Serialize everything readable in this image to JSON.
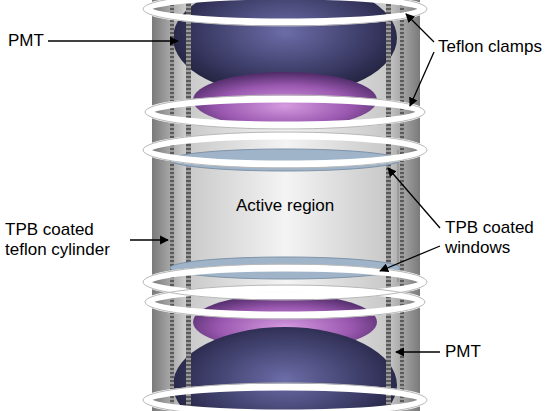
{
  "diagram": {
    "labels": [
      "PMT",
      "Teflon clamps",
      "TPB coated teflon cylinder",
      "Active region",
      "TPB coated windows",
      "PMT"
    ]
  }
}
